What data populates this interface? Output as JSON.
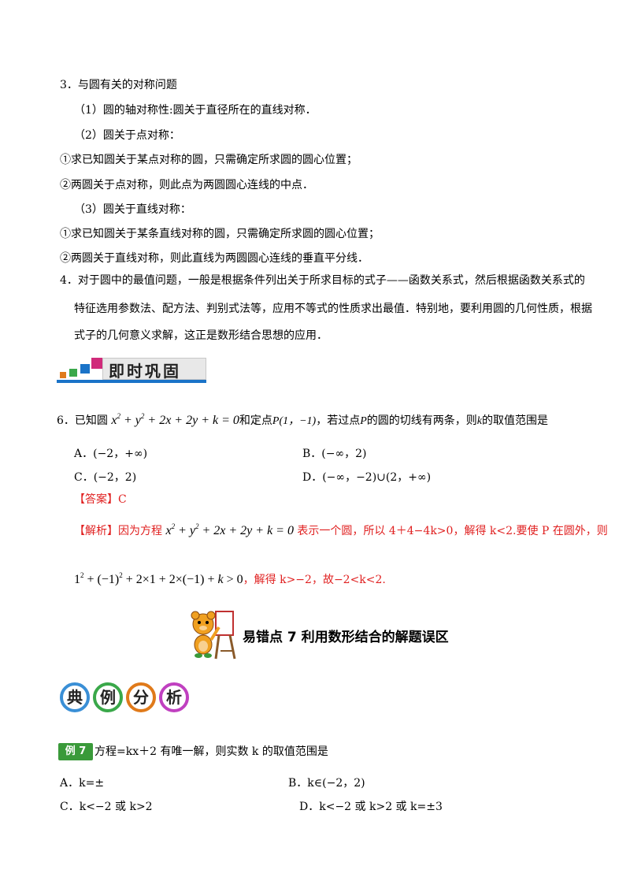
{
  "sec3": {
    "heading": "3．与圆有关的对称问题",
    "p1": "（1）圆的轴对称性:圆关于直径所在的直线对称．",
    "p2": "（2）圆关于点对称：",
    "p2a": "①求已知圆关于某点对称的圆，只需确定所求圆的圆心位置；",
    "p2b": "②两圆关于点对称，则此点为两圆圆心连线的中点．",
    "p3": "（3）圆关于直线对称：",
    "p3a": "①求已知圆关于某条直线对称的圆，只需确定所求圆的圆心位置；",
    "p3b": "②两圆关于直线对称，则此直线为两圆圆心连线的垂直平分线．"
  },
  "sec4": {
    "line1": "4．对于圆中的最值问题，一般是根据条件列出关于所求目标的式子——函数关系式，然后根据函数关系式的",
    "line2": "特征选用参数法、配方法、判别式法等，应用不等式的性质求出最值．特别地，要利用圆的几何性质，根据",
    "line3": "式子的几何意义求解，这正是数形结合思想的应用．"
  },
  "banner": {
    "text": "即时巩固"
  },
  "q6": {
    "num": "6．",
    "pre": "已知圆",
    "mid": "和定点",
    "point": "P(1，−1)",
    "post1": "，若过点",
    "P": "P",
    "post2": "的圆的切线有两条，则",
    "k": "k",
    "post3": "的取值范围是",
    "A": "A．(−2，+∞)",
    "B": "B．(−∞，2)",
    "C": "C．(−2，2)",
    "D": "D．(−∞，−2)∪(2，+∞)",
    "answer_label": "【答案】",
    "answer": "C",
    "analysis_label": "【解析】",
    "analysis_pre": "因为方程",
    "analysis_post": "表示一个圆，所以 4＋4−4k>0，解得 k<2.要使 P 在圆外，则",
    "analysis_end": "，解得 k>−2，故−2<k<2."
  },
  "section7": {
    "title": "易错点 7  利用数形结合的解题误区"
  },
  "circles": [
    {
      "char": "典",
      "color": "#3a8fd6"
    },
    {
      "char": "例",
      "color": "#3aa84a"
    },
    {
      "char": "分",
      "color": "#e07a1a"
    },
    {
      "char": "析",
      "color": "#c040c0"
    }
  ],
  "ex7": {
    "badge": "例 7",
    "stem": "方程=kx＋2 有唯一解，则实数 k 的取值范围是",
    "A": "A．k=±",
    "B": "B．k∈(−2，2)",
    "C": "C．k<−2 或 k>2",
    "D": "D．k<−2 或 k>2 或 k=±3"
  }
}
